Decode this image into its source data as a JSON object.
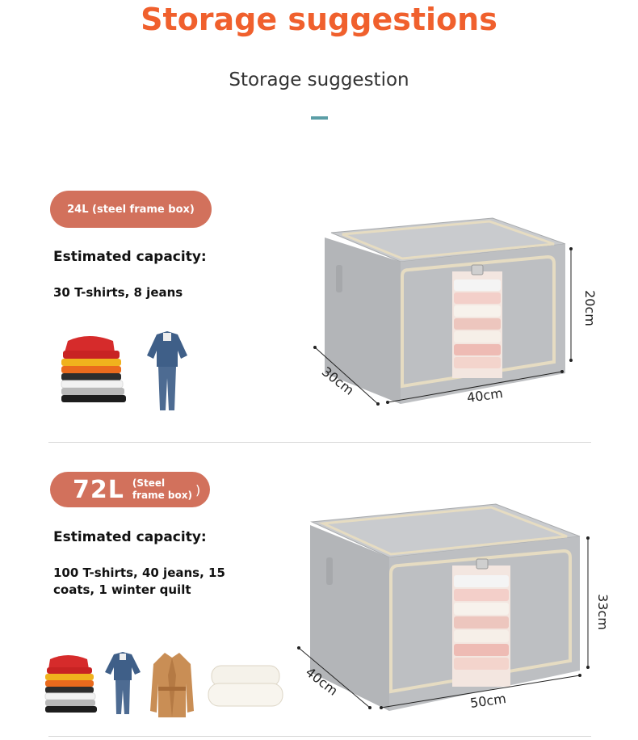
{
  "header": {
    "title": "Storage suggestions",
    "subtitle": "Storage suggestion"
  },
  "colors": {
    "accent_orange": "#f0602d",
    "pill_red": "#d2715c",
    "teal_bar": "#5b9ea6",
    "box_gray": "#bfc1c4"
  },
  "products": [
    {
      "badge": "24L (steel frame box)",
      "capacity_label": "Estimated capacity:",
      "capacity_detail": "30 T-shirts, 8 jeans",
      "dims": {
        "height": "20cm",
        "depth": "30cm",
        "width": "40cm"
      },
      "items": [
        "folded-tshirts-icon",
        "jeans-jacket-icon"
      ]
    },
    {
      "badge_big": "72L",
      "badge_small_1": "(Steel",
      "badge_small_2": "frame box)",
      "badge_paren": ")",
      "capacity_label": "Estimated capacity:",
      "capacity_detail_1": "100 T-shirts, 40 jeans, 15",
      "capacity_detail_2": "coats, 1 winter quilt",
      "dims": {
        "height": "33cm",
        "depth": "40cm",
        "width": "50cm"
      },
      "items": [
        "folded-tshirts-icon",
        "jeans-jacket-icon",
        "coat-icon",
        "quilt-icon"
      ]
    }
  ]
}
